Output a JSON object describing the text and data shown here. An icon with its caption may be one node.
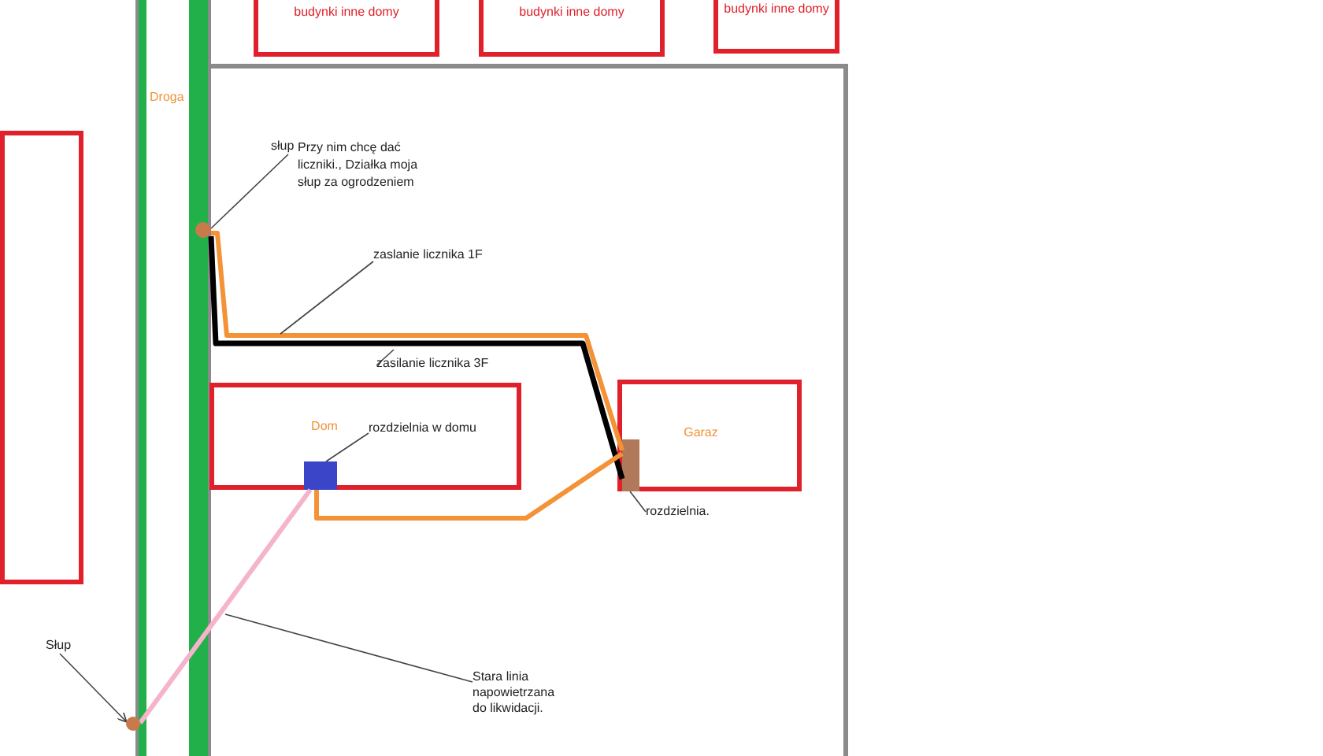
{
  "diagram": {
    "nodes": [
      {
        "text": [
          "budynki inne domy"
        ]
      },
      {
        "text": [
          "budynki inne domy"
        ]
      },
      {
        "text": [
          "budynki inne domy"
        ]
      },
      {
        "text": [],
        "shape": "box"
      },
      {
        "text": [],
        "shape": "circle"
      },
      {
        "text": [
          "słup"
        ]
      },
      {
        "text": [
          "Dom"
        ]
      },
      {
        "text": [],
        "shape": "box",
        "in": 6
      },
      {
        "text": [
          "rozdzielnia w domu"
        ],
        "in": 6
      },
      {
        "text": [
          "Garaz"
        ]
      },
      {
        "text": [],
        "shape": "box",
        "in": 9
      },
      {
        "text": [
          "rozdzielnia."
        ]
      },
      {
        "text": [
          "zaslanie licznika 1F"
        ]
      },
      {
        "text": [
          "zasilanie licznika 3F"
        ]
      },
      {
        "text": [],
        "shape": "circle"
      },
      {
        "text": [
          "Słup"
        ]
      },
      {
        "text": [
          "Stara linia napowietrzana do likwidacji."
        ]
      }
    ],
    "edges": [
      {
        "from": 4,
        "to": 10,
        "arrow": "none",
        "style": "thick",
        "color": "#f39237"
      },
      {
        "from": 4,
        "to": 10,
        "arrow": "none",
        "style": "thick",
        "color": "#000000"
      },
      {
        "from": 10,
        "to": 7,
        "arrow": "none",
        "style": "thick",
        "color": "#f39237"
      },
      {
        "from": 14,
        "to": 7,
        "arrow": "none",
        "style": "thick",
        "color": "#f5b3cc"
      },
      {
        "from": 5,
        "to": 4,
        "arrow": "none"
      },
      {
        "from": 8,
        "to": 7,
        "arrow": "none"
      },
      {
        "from": 11,
        "to": 10,
        "arrow": "none"
      },
      {
        "from": 12,
        "to": null,
        "arrow": "none"
      },
      {
        "from": 13,
        "to": null,
        "arrow": "none"
      },
      {
        "from": 15,
        "to": 14,
        "arrow": "to"
      },
      {
        "from": 16,
        "to": null,
        "arrow": "none"
      }
    ],
    "labels": [
      "Droga",
      "Przy nim chcę dać liczniki., Działka moja słup za ogrodzeniem"
    ]
  }
}
